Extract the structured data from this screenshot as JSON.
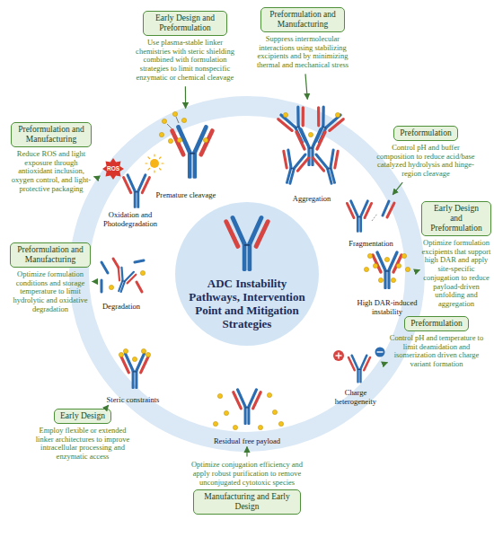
{
  "diagram": {
    "nodes": [
      {
        "text": [
          "ADC Instability Pathways, Intervention Point and Mitigation Strategies"
        ]
      },
      {
        "text": [
          "Early Design and Preformulation",
          "Use plasma-stable linker chemistries with steric shielding combined with formulation strategies to limit nonspecific enzymatic or chemical cleavage"
        ]
      },
      {
        "text": [
          "Premature cleavage"
        ]
      },
      {
        "text": [
          "Preformulation and Manufacturing",
          "Suppress intermolecular interactions using stabilizing excipients and by minimizing thermal and mechanical stress"
        ]
      },
      {
        "text": [
          "Aggregation"
        ]
      },
      {
        "text": [
          "Preformulation",
          "Control pH and buffer composition to reduce acid/base catalyzed hydrolysis and hinge-region cleavage"
        ]
      },
      {
        "text": [
          "Fragmentation"
        ]
      },
      {
        "text": [
          "Early Design and Preformulation",
          "Optimize formulation excipients that support high DAR and apply site-specific conjugation to reduce payload-driven unfolding and aggregation"
        ]
      },
      {
        "text": [
          "High DAR-induced instability"
        ]
      },
      {
        "text": [
          "Preformulation",
          "Control pH and temperature to limit deamidation and isomerization driven charge variant formation"
        ]
      },
      {
        "text": [
          "Charge heterogeneity"
        ]
      },
      {
        "text": [
          "Manufacturing and Early Design",
          "Optimize conjugation efficiency and apply robust purification to remove unconjugated cytotoxic species"
        ]
      },
      {
        "text": [
          "Residual free payload"
        ]
      },
      {
        "text": [
          "Early Design",
          "Employ flexible or extended linker architectures to improve intracellular processing and enzymatic access"
        ]
      },
      {
        "text": [
          "Steric constraints"
        ]
      },
      {
        "text": [
          "Preformulation and Manufacturing",
          "Optimize formulation conditions and storage temperature to limit hydrolytic and oxidative degradation"
        ]
      },
      {
        "text": [
          "Degradation"
        ]
      },
      {
        "text": [
          "Preformulation and Manufacturing",
          "Reduce ROS and light exposure through antioxidant inclusion, oxygen control, and light-protective packaging"
        ]
      },
      {
        "text": [
          "Oxidation and Photodegradation"
        ]
      }
    ],
    "edges": [
      {
        "from": 1,
        "to": 2,
        "arrow": "to"
      },
      {
        "from": 3,
        "to": 4,
        "arrow": "to"
      },
      {
        "from": 5,
        "to": 6,
        "arrow": "to"
      },
      {
        "from": 7,
        "to": 8,
        "arrow": "to"
      },
      {
        "from": 9,
        "to": 10,
        "arrow": "to"
      },
      {
        "from": 11,
        "to": 12,
        "arrow": "to"
      },
      {
        "from": 13,
        "to": 14,
        "arrow": "to"
      },
      {
        "from": 15,
        "to": 16,
        "arrow": "to"
      },
      {
        "from": 17,
        "to": 18,
        "arrow": "to"
      }
    ],
    "labels": [
      "ROS"
    ]
  }
}
